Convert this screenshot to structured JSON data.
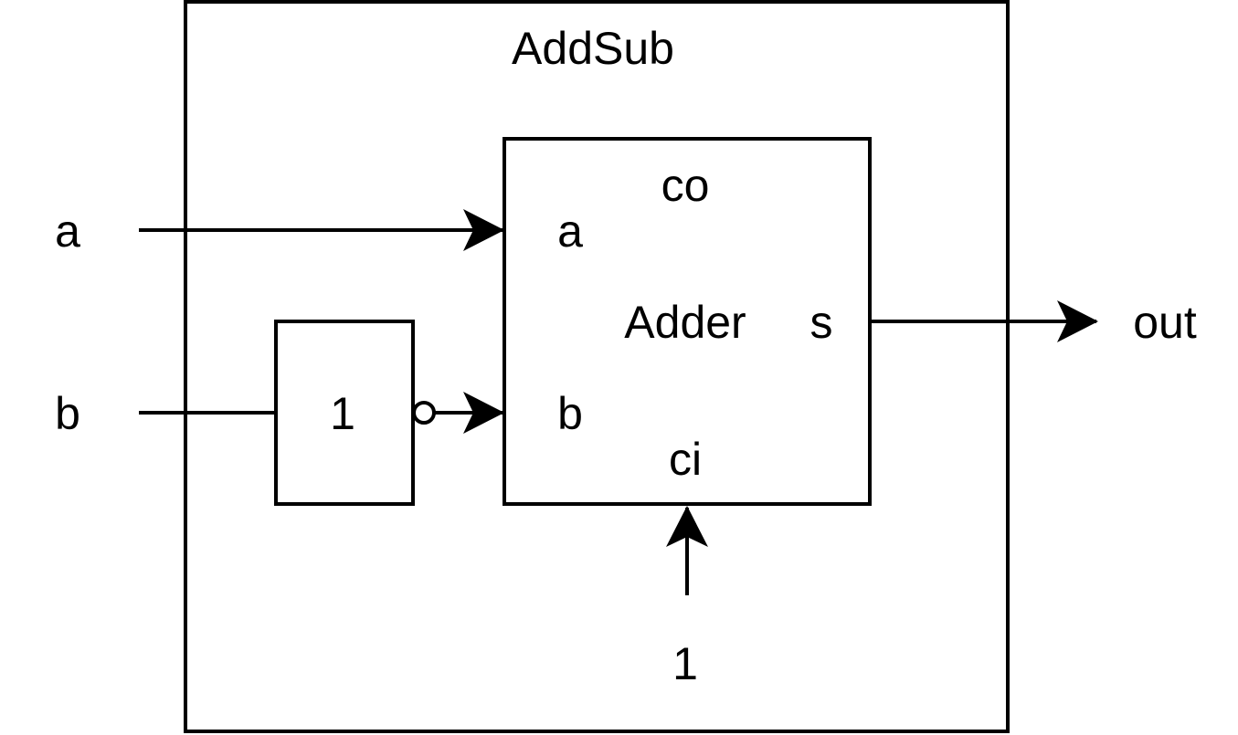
{
  "diagram": {
    "outer_block": {
      "title": "AddSub"
    },
    "inputs": {
      "a": "a",
      "b": "b"
    },
    "output": "out",
    "not_gate": {
      "label": "1",
      "inverted_output": true
    },
    "adder": {
      "title": "Adder",
      "ports": {
        "a": "a",
        "b": "b",
        "s": "s",
        "co": "co",
        "ci": "ci"
      }
    },
    "carry_in_constant": "1"
  }
}
